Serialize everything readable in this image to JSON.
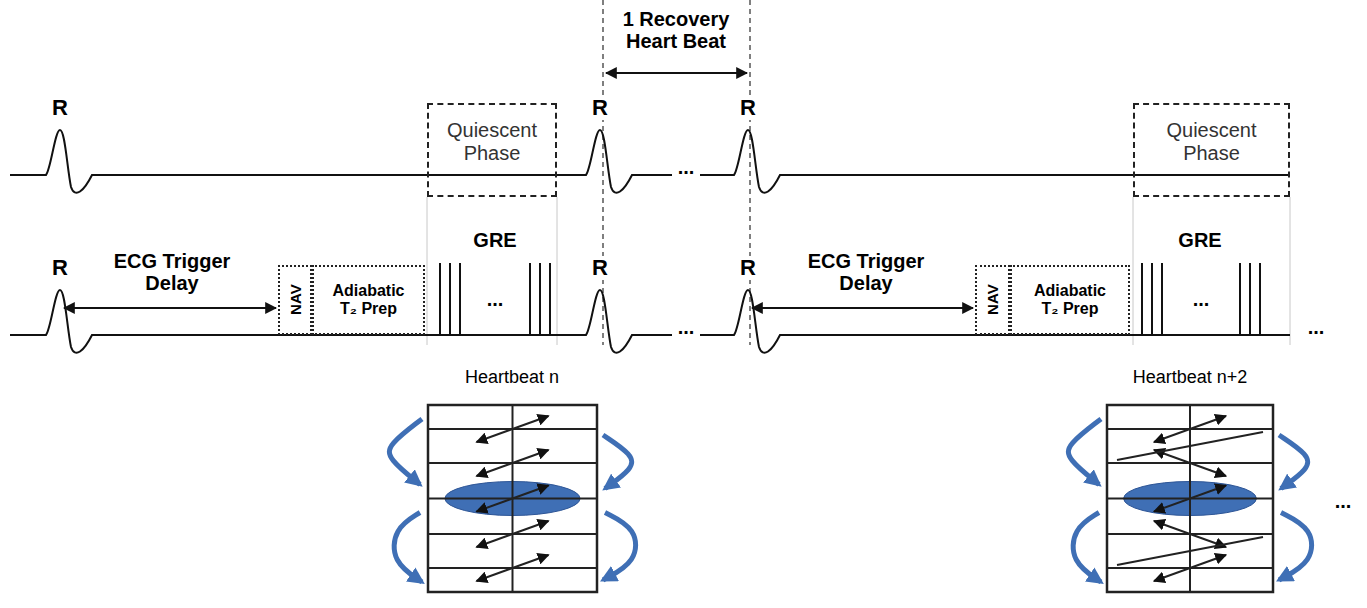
{
  "diagram": {
    "nodes": [
      {
        "text": [
          "Quiescent Phase"
        ]
      },
      {
        "text": [
          "Quiescent Phase"
        ]
      },
      {
        "text": [
          "NAV"
        ]
      },
      {
        "text": [
          "Adiabatic T₂ Prep"
        ]
      },
      {
        "text": [
          "NAV"
        ]
      },
      {
        "text": [
          "Adiabatic T₂ Prep"
        ]
      }
    ],
    "labels": [
      "1 Recovery Heart Beat",
      "R",
      "R",
      "R",
      "...",
      "R",
      "ECG Trigger Delay",
      "GRE",
      "...",
      "R",
      "...",
      "R",
      "ECG Trigger Delay",
      "GRE",
      "...",
      "...",
      "Heartbeat n",
      "Heartbeat n+2",
      "..."
    ]
  }
}
